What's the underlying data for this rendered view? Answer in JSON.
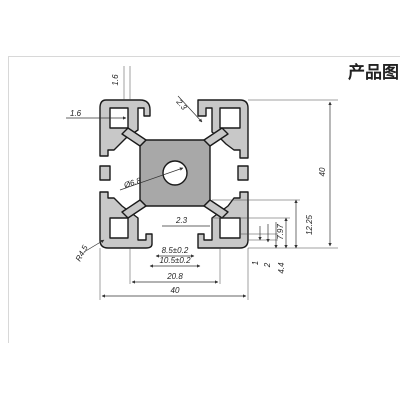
{
  "header": {
    "title": "产品图"
  },
  "drawing": {
    "dimensions": {
      "top_slot_width": "1.6",
      "side_slot_width": "1.6",
      "diagonal_web": "2.3",
      "center_hole": "Ø6.8",
      "overall_height": "40",
      "inner_wall": "2.3",
      "slot_opening": "8.5±0.2",
      "slot_inner": "10.5±0.2",
      "slot_width": "20.8",
      "overall_width": "40",
      "corner_radius": "R4.5",
      "depth_a": "7.97",
      "depth_b": "12.25",
      "depth_c": "1",
      "depth_d": "2",
      "depth_e": "4.4"
    }
  },
  "colors": {
    "profile_fill": "#c8c8c8",
    "profile_stroke": "#1a1a1a",
    "core_fill": "#a8a8a8"
  }
}
